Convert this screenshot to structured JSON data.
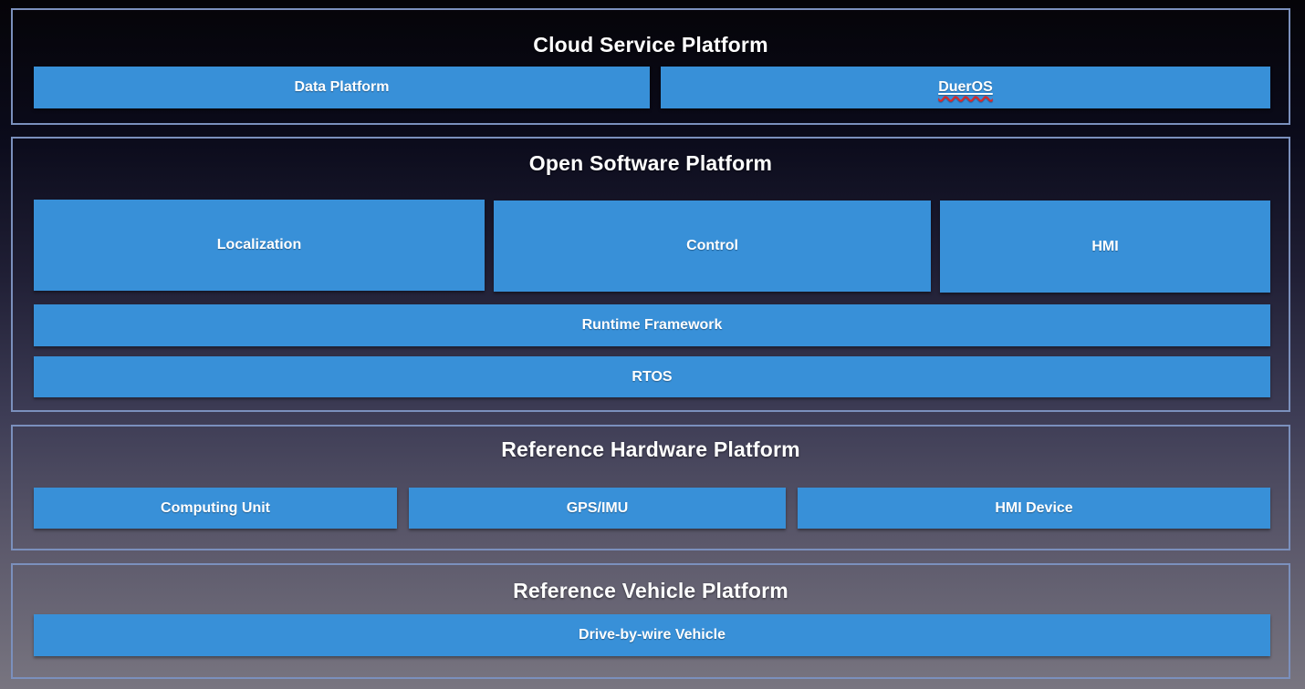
{
  "colors": {
    "box_blue": "#3890d8",
    "section_border": "#7b90bd",
    "text": "#ffffff",
    "spellcheck_red": "#e02525"
  },
  "sections": {
    "cloud": {
      "title": "Cloud Service Platform",
      "boxes": {
        "data_platform": "Data Platform",
        "dueros": "DuerOS"
      }
    },
    "software": {
      "title": "Open Software Platform",
      "boxes": {
        "localization": "Localization",
        "control": "Control",
        "hmi": "HMI",
        "runtime_framework": "Runtime Framework",
        "rtos": "RTOS"
      }
    },
    "hardware": {
      "title": "Reference Hardware Platform",
      "boxes": {
        "computing_unit": "Computing Unit",
        "gps_imu": "GPS/IMU",
        "hmi_device": "HMI Device"
      }
    },
    "vehicle": {
      "title": "Reference Vehicle Platform",
      "boxes": {
        "drive_by_wire": "Drive-by-wire Vehicle"
      }
    }
  }
}
